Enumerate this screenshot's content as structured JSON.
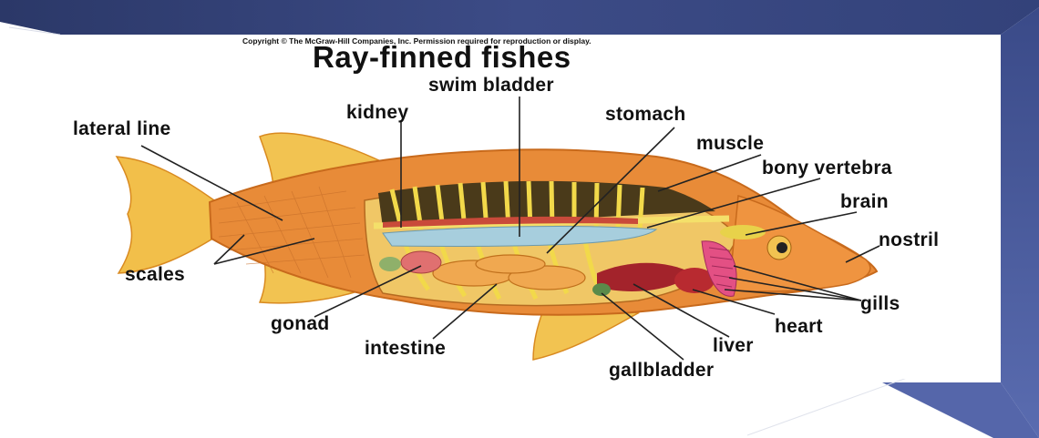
{
  "copyright": "Copyright © The McGraw-Hill Companies, Inc. Permission required for reproduction or display.",
  "title": "Ray-finned fishes",
  "labels": {
    "swim_bladder": "swim bladder",
    "kidney": "kidney",
    "lateral_line": "lateral line",
    "stomach": "stomach",
    "muscle": "muscle",
    "bony_vertebra": "bony vertebra",
    "brain": "brain",
    "nostril": "nostril",
    "scales": "scales",
    "gills": "gills",
    "heart": "heart",
    "gonad": "gonad",
    "intestine": "intestine",
    "liver": "liver",
    "gallbladder": "gallbladder"
  },
  "colors": {
    "slide_dark": "#2f3d73",
    "slide_mid": "#4a5a9a",
    "fish_body": "#e58a36",
    "fin": "#f3c04a",
    "internal_yellow": "#e8d24a",
    "swim_bladder": "#9ec8d6",
    "organ_red": "#b3222a",
    "gill_pink": "#e24a7a"
  }
}
